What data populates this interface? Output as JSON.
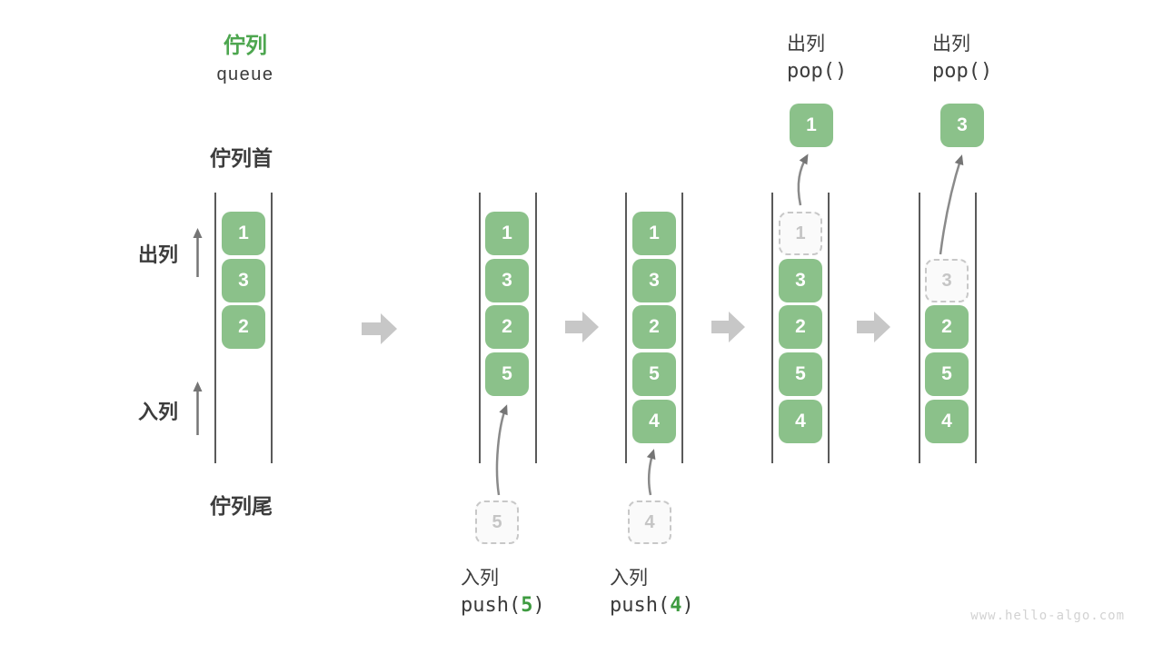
{
  "title": {
    "zh": "佇列",
    "en": "queue"
  },
  "side_labels": {
    "front": "佇列首",
    "rear": "佇列尾",
    "dequeue": "出列",
    "enqueue": "入列"
  },
  "queues": {
    "q1": {
      "boxes": [
        "1",
        "3",
        "2"
      ]
    },
    "q2": {
      "boxes": [
        "1",
        "3",
        "2",
        "5"
      ]
    },
    "q3": {
      "boxes": [
        "1",
        "3",
        "2",
        "5",
        "4"
      ]
    },
    "q4": {
      "ghost": "1",
      "boxes": [
        "3",
        "2",
        "5",
        "4"
      ]
    },
    "q5": {
      "ghost": "3",
      "boxes": [
        "2",
        "5",
        "4"
      ]
    }
  },
  "pops": {
    "p4": {
      "label": "出列",
      "op": "pop()",
      "value": "1"
    },
    "p5": {
      "label": "出列",
      "op": "pop()",
      "value": "3"
    }
  },
  "pushes": {
    "u2": {
      "label": "入列",
      "fn": "push(",
      "arg": "5",
      "close": ")",
      "ghost": "5"
    },
    "u3": {
      "label": "入列",
      "fn": "push(",
      "arg": "4",
      "close": ")",
      "ghost": "4"
    }
  },
  "watermark": "www.hello-algo.com",
  "colors": {
    "accent_green": "#4DA64F",
    "box_green": "#8BC18A",
    "ghost_gray": "#C8C8C8",
    "transition_arrow_gray": "#C7C7C7",
    "dark_arrow_gray": "#757575",
    "wall_gray": "#5A5A5A"
  }
}
